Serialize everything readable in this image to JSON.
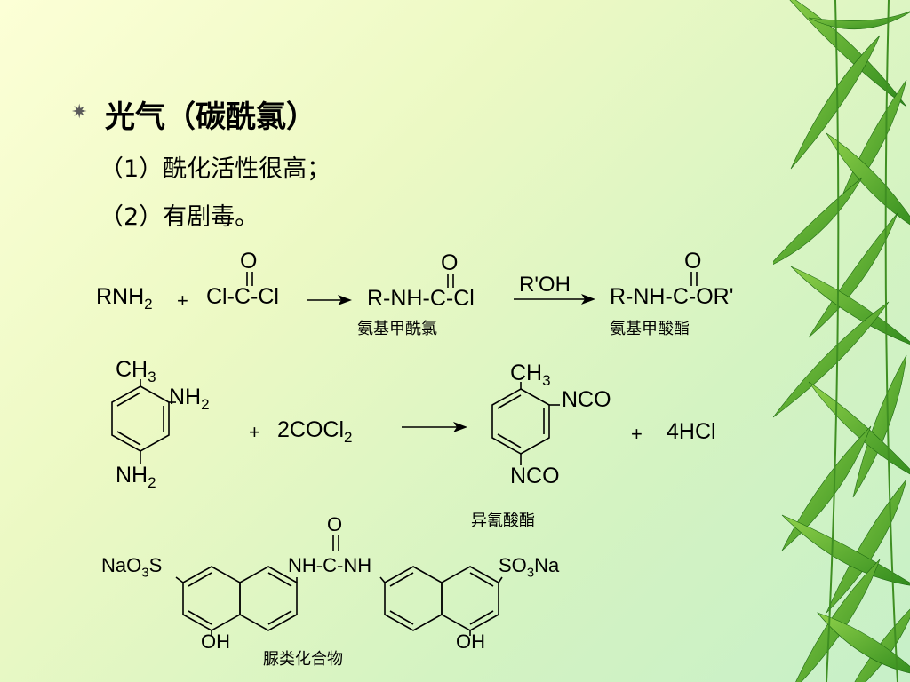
{
  "slide": {
    "bullet_icon": "asterisk-bullet",
    "title": "光气（碳酰氯）",
    "points": [
      "（1）酰化活性很高；",
      "（2）有剧毒。"
    ]
  },
  "reaction1": {
    "reactant1": "RNH",
    "reactant1_sub": "2",
    "plus": "+",
    "reagent": "Cl-C-Cl",
    "reagent_o": "O",
    "intermediate": "R-NH-C-Cl",
    "intermediate_o": "O",
    "intermediate_name": "氨基甲酰氯",
    "condition": "R'OH",
    "product": "R-NH-C-OR'",
    "product_o": "O",
    "product_name": "氨基甲酸酯"
  },
  "reaction2": {
    "reactant_ch3": "CH",
    "reactant_ch3_sub": "3",
    "reactant_nh2_top": "NH",
    "reactant_nh2_top_sub": "2",
    "reactant_nh2_bottom": "NH",
    "reactant_nh2_bottom_sub": "2",
    "plus1": "+",
    "reagent": "2COCl",
    "reagent_sub": "2",
    "product_ch3": "CH",
    "product_ch3_sub": "3",
    "product_nco_top": "NCO",
    "product_nco_bottom": "NCO",
    "plus2": "+",
    "byproduct": "4HCl",
    "product_name": "异氰酸酯"
  },
  "reaction3": {
    "left_group_1": "NaO",
    "left_group_sub": "3",
    "left_group_2": "S",
    "bridge": "NH-C-NH",
    "bridge_o": "O",
    "right_group_1": "SO",
    "right_group_sub": "3",
    "right_group_2": "Na",
    "left_oh": "OH",
    "right_oh": "OH",
    "compound_name": "脲类化合物"
  }
}
